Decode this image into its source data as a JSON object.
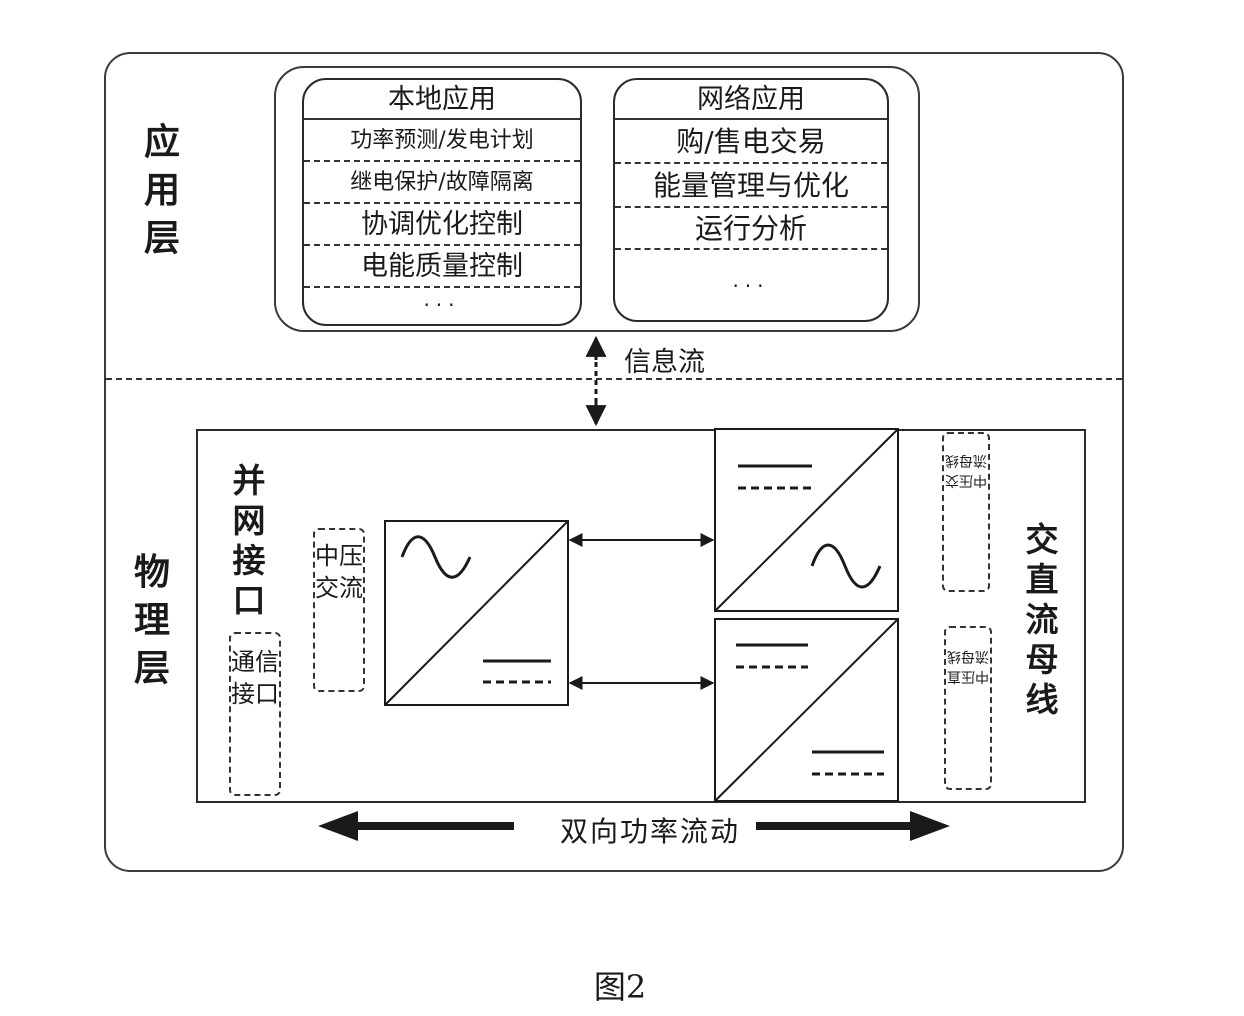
{
  "application_layer": {
    "label": "应用层",
    "local_apps": {
      "title": "本地应用",
      "items": [
        "功率预测/发电计划",
        "继电保护/故障隔离",
        "协调优化控制",
        "电能质量控制",
        "···"
      ]
    },
    "network_apps": {
      "title": "网络应用",
      "items": [
        "购/售电交易",
        "能量管理与优化",
        "运行分析",
        "···"
      ]
    }
  },
  "info_flow": {
    "label": "信息流"
  },
  "physical_layer": {
    "label": "物理层",
    "grid_interface": "并网接口",
    "mv_ac": "中压交流",
    "comm_interface": "通信接口",
    "mv_ac_bus": "中压交流母线",
    "mv_dc_bus": "中压直流母线",
    "acdc_bus": "交直流母线"
  },
  "power_flow": {
    "label": "双向功率流动"
  },
  "caption": "图2",
  "colors": {
    "line": "#1a1a1a",
    "background": "#ffffff"
  }
}
